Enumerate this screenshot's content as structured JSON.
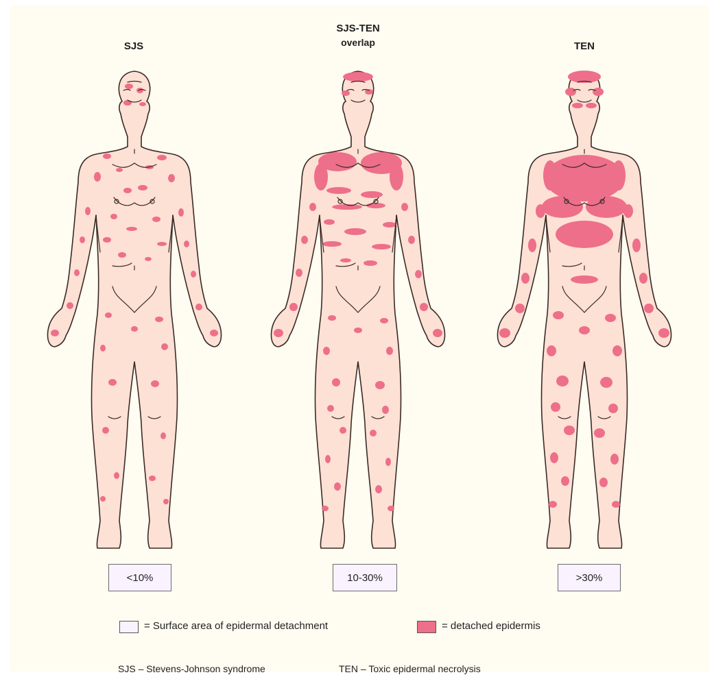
{
  "panels": [
    {
      "title_line1": "SJS",
      "title_line2": "",
      "percent": "<10%"
    },
    {
      "title_line1": "SJS-TEN",
      "title_line2": "overlap",
      "percent": "10-30%"
    },
    {
      "title_line1": "TEN",
      "title_line2": "",
      "percent": ">30%"
    }
  ],
  "legend": {
    "surface_area_label": "= Surface area of epidermal detachment",
    "detached_label": "= detached epidermis",
    "surface_area_color": "#faf2ff",
    "detached_color": "#ee6f8a"
  },
  "abbreviations": {
    "sjs": "SJS – Stevens-Johnson syndrome",
    "ten": "TEN – Toxic epidermal necrolysis"
  },
  "colors": {
    "skin": "#fde1d4",
    "outline": "#3a2a26",
    "lesion": "#ee6f8a",
    "background": "#fffcf2"
  }
}
